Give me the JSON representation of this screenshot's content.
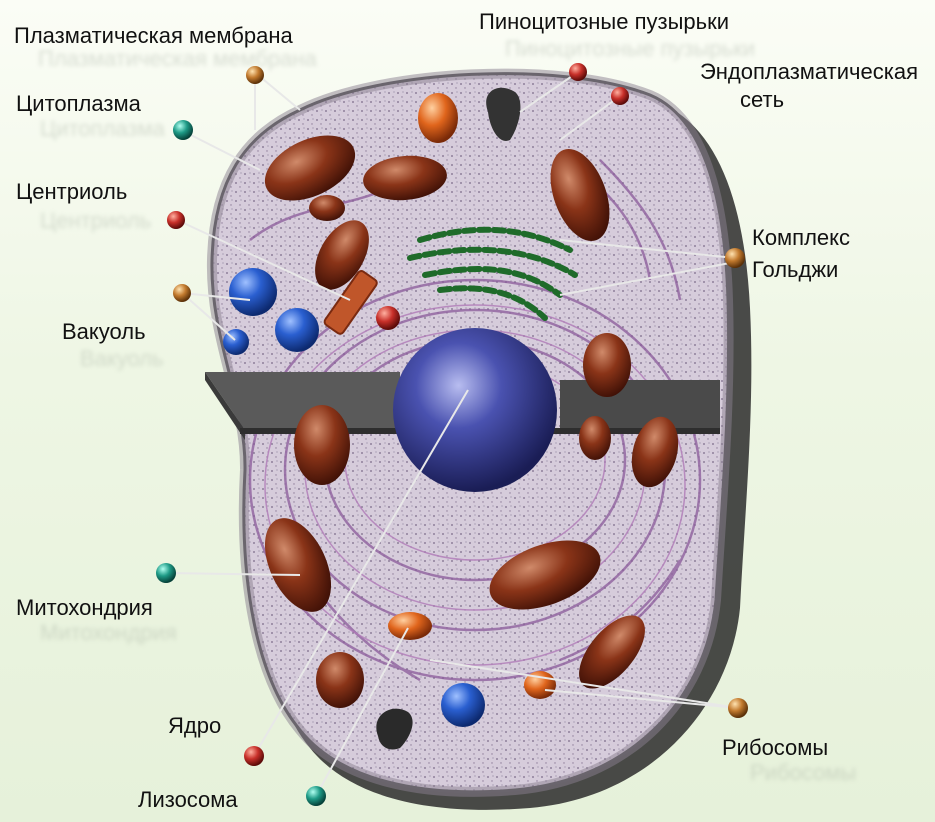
{
  "labels": {
    "plasma_membrane": "Плазматическая мембрана",
    "pinocytic_vesicles": "Пиноцитозные пузырьки",
    "er_line1": "Эндоплазматическая",
    "er_line2": "сеть",
    "cytoplasm": "Цитоплазма",
    "centriole": "Центриоль",
    "golgi_line1": "Комплекс",
    "golgi_line2": "Гольджи",
    "vacuole": "Вакуоль",
    "mitochondrion": "Митохондрия",
    "nucleus": "Ядро",
    "ribosomes": "Рибосомы",
    "lysosome": "Лизосома"
  },
  "colors": {
    "marker_red": "#c0392b",
    "marker_orange": "#c77b2e",
    "marker_teal": "#1e8a7a",
    "nucleus": "#3a3f9a",
    "mitochondria": "#7a2a14",
    "vacuole": "#2f5fbf",
    "golgi": "#1f6b2a",
    "cytoplasm": "#d9d2de"
  }
}
